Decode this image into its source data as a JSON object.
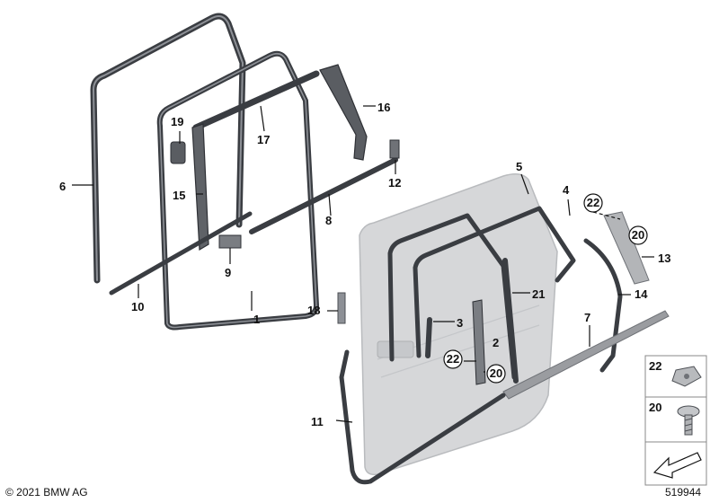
{
  "diagram": {
    "part_labels": [
      "1",
      "2",
      "3",
      "4",
      "5",
      "6",
      "7",
      "8",
      "9",
      "10",
      "11",
      "12",
      "13",
      "14",
      "15",
      "16",
      "17",
      "18",
      "19",
      "21"
    ],
    "circled_labels": [
      "22",
      "20",
      "22",
      "20"
    ],
    "legend": [
      {
        "number": "22",
        "icon": "clip-nut-icon"
      },
      {
        "number": "20",
        "icon": "screw-icon"
      }
    ],
    "colors": {
      "seal": "#3a3d42",
      "door": "#d6d7d9",
      "trim": "#9a9ca0"
    }
  },
  "footer": {
    "copyright": "© 2021 BMW AG",
    "diagram_number": "519944"
  }
}
